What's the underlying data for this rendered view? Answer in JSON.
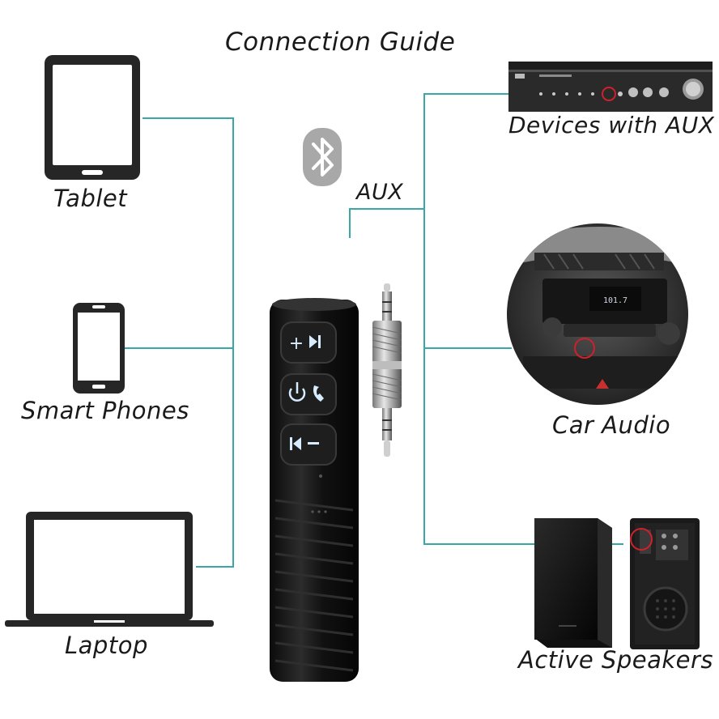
{
  "title": "Connection Guide",
  "aux_label": "AUX",
  "devices": {
    "tablet": "Tablet",
    "smart_phones": "Smart Phones",
    "laptop": "Laptop",
    "devices_with_aux": "Devices with AUX",
    "car_audio": "Car Audio",
    "active_speakers": "Active Speakers"
  },
  "icons": {
    "bluetooth": "bluetooth-icon"
  },
  "colors": {
    "connector_line": "#3aa6a6",
    "device_dark": "#1c1c1c",
    "button_icon": "#d8ecff",
    "highlight_ring": "#d0202a"
  }
}
